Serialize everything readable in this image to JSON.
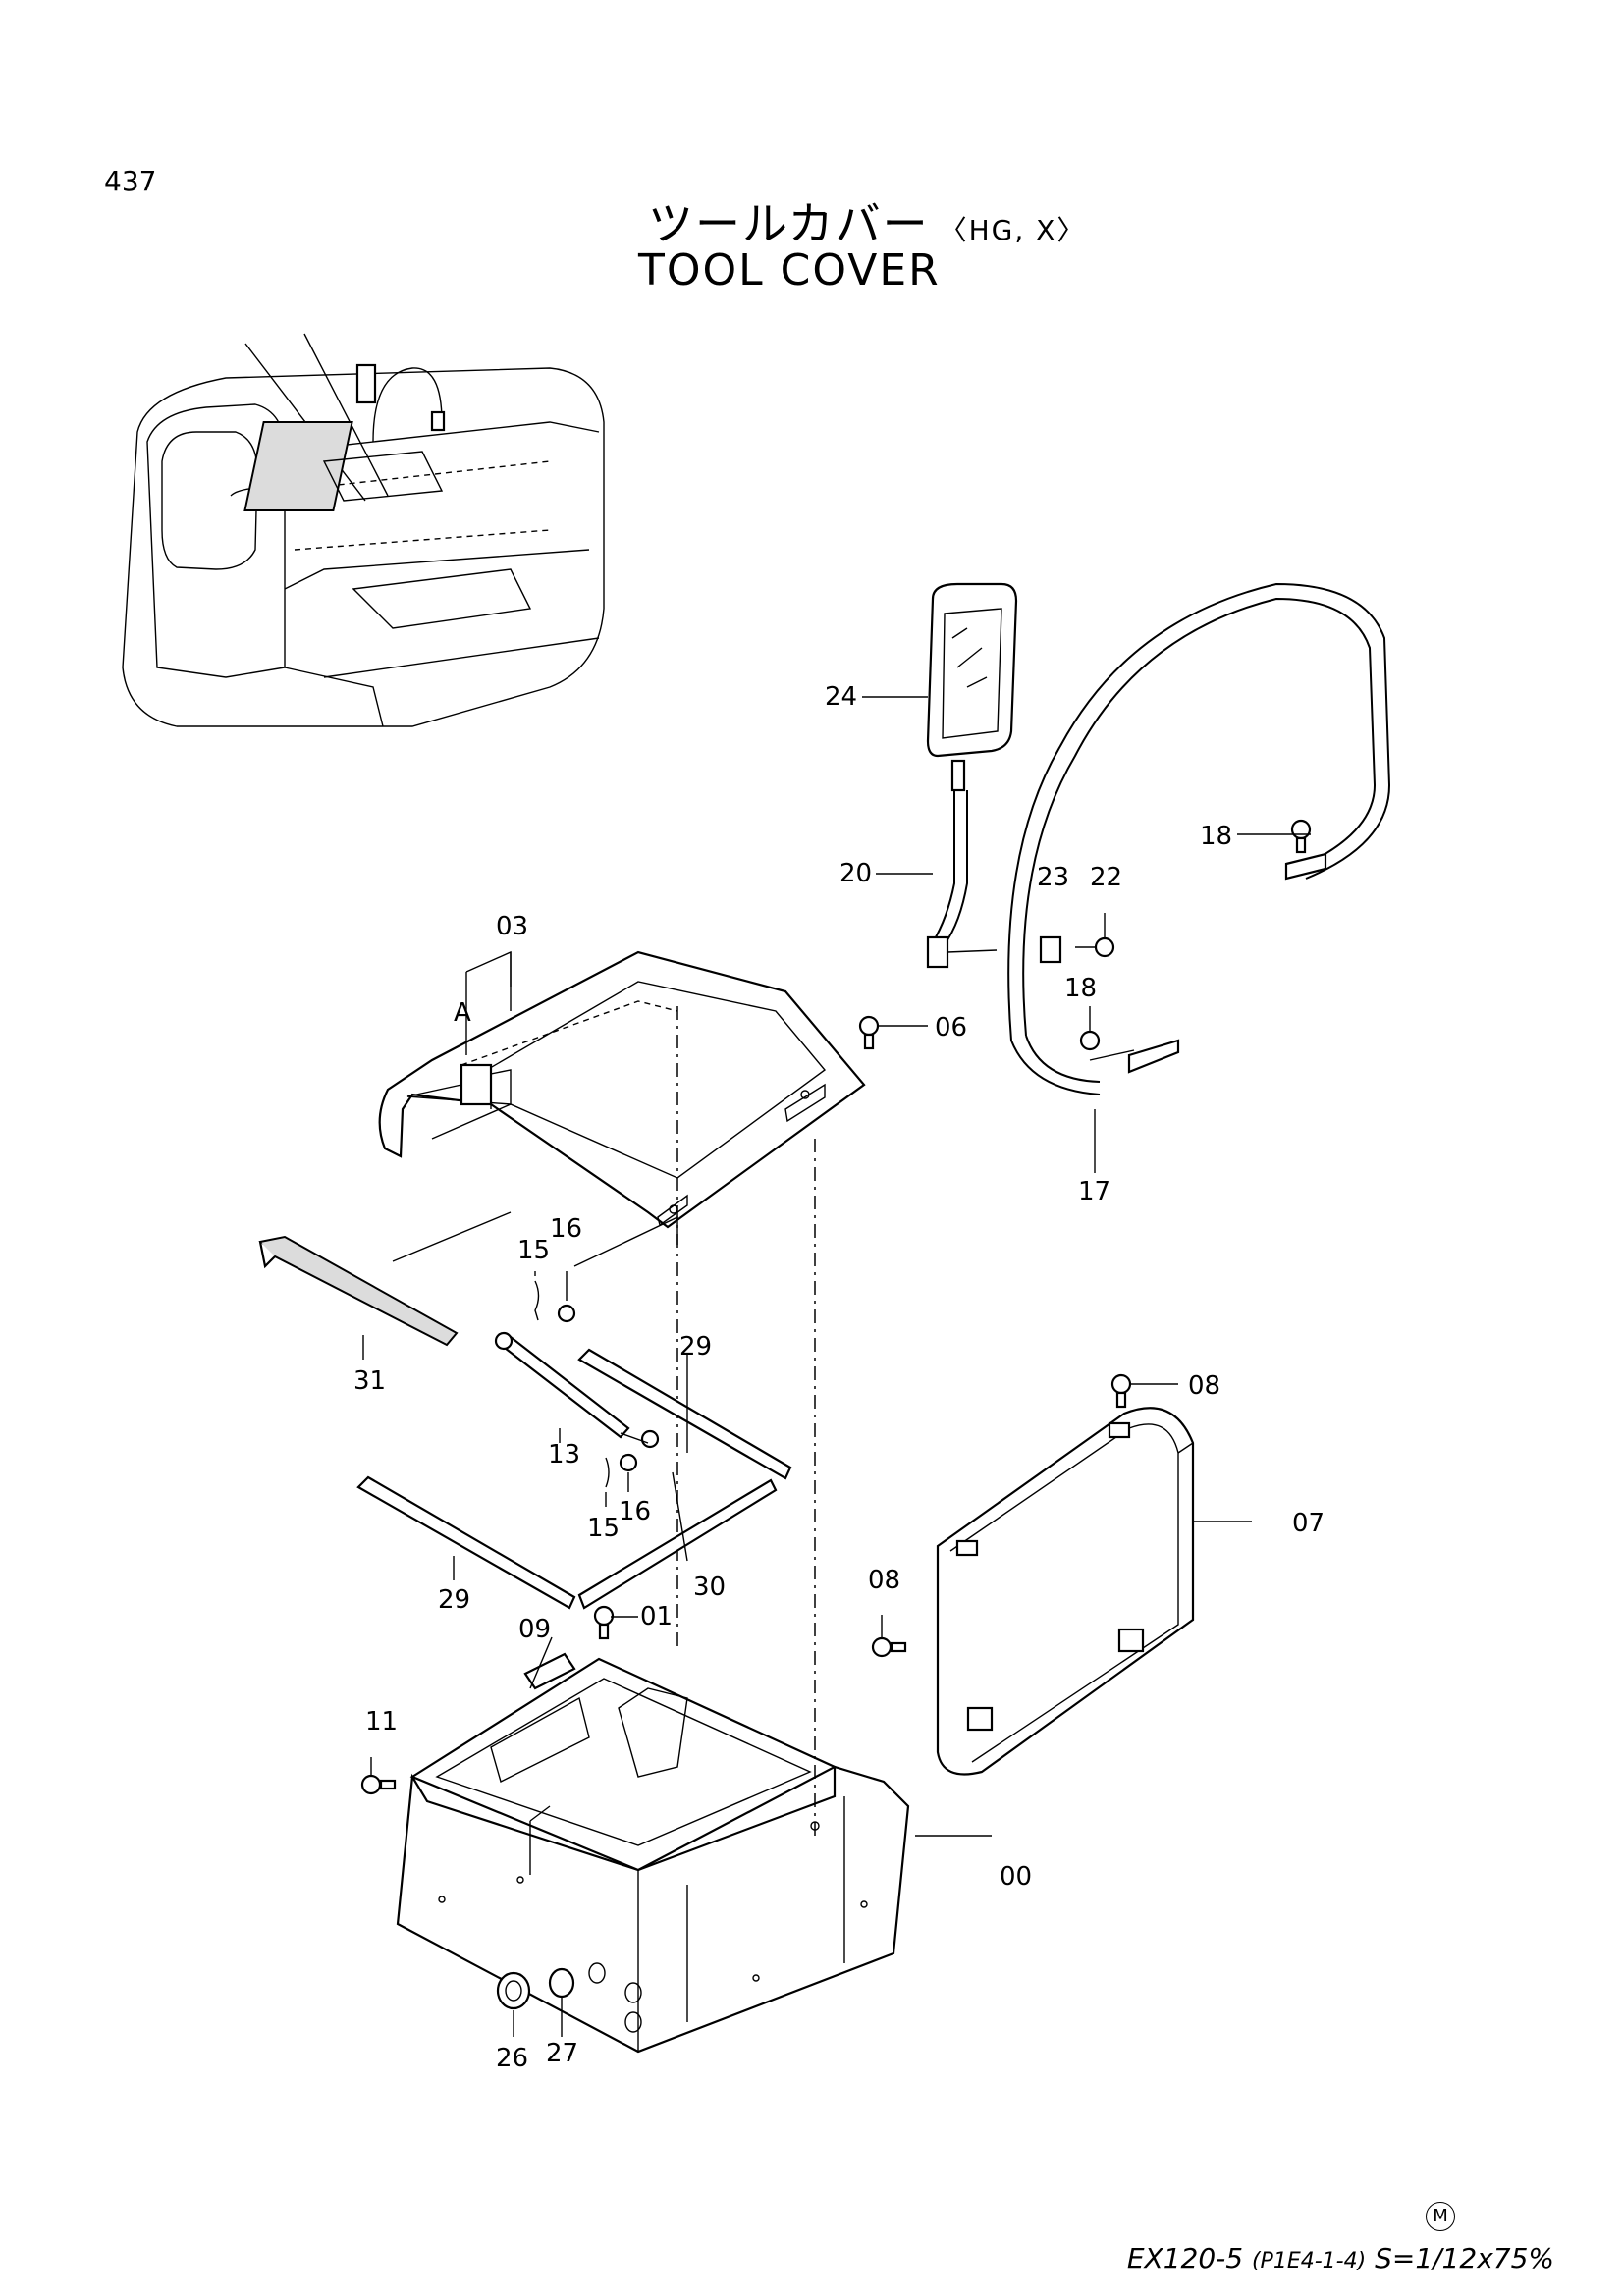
{
  "page_number": "437",
  "title_japanese": "ツールカバー",
  "title_variant": "〈HG, X〉",
  "title_english": "TOOL  COVER",
  "callouts": {
    "p00": "00",
    "p01": "01",
    "p03": "03",
    "p06": "06",
    "p07": "07",
    "p08a": "08",
    "p08b": "08",
    "p09": "09",
    "p11": "11",
    "p13": "13",
    "p15a": "15",
    "p15b": "15",
    "p16a": "16",
    "p16b": "16",
    "p17": "17",
    "p18a": "18",
    "p18b": "18",
    "p20": "20",
    "p22": "22",
    "p23": "23",
    "p24": "24",
    "p26": "26",
    "p27": "27",
    "p29a": "29",
    "p29b": "29",
    "p30": "30",
    "p31": "31",
    "detail_A": "A"
  },
  "footer": {
    "model": "EX120-5",
    "code": "(P1E4-1-4)",
    "scale": "S=1/12x75%",
    "mark": "M"
  }
}
